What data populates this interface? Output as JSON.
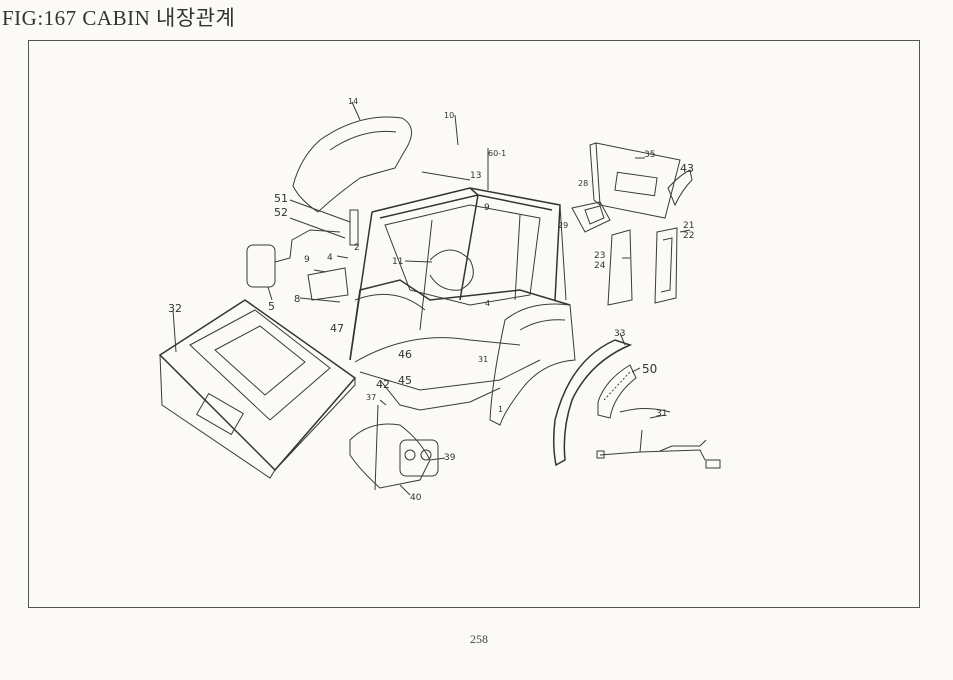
{
  "figure": {
    "title": "FIG:167  CABIN  내장관계",
    "page_number": "258"
  },
  "callouts": {
    "c14": "14",
    "c10": "10",
    "c60_1": "60-1",
    "c13": "13",
    "c9a": "9",
    "c51": "51",
    "c52": "52",
    "c2": "2",
    "c11": "11",
    "c4": "4",
    "c9b": "9",
    "c8": "8",
    "c5": "5",
    "c47": "47",
    "c32": "32",
    "c46": "46",
    "c42": "42",
    "c45": "45",
    "c37": "37",
    "c39": "39",
    "c40": "40",
    "c35": "35",
    "c43": "43",
    "c28": "28",
    "c29": "29",
    "c23": "23",
    "c24": "24",
    "c21": "21",
    "c22": "22",
    "c33": "33",
    "c50": "50",
    "c31": "31",
    "c_s1": "4",
    "c_s2": "31",
    "c_s3": "1"
  }
}
